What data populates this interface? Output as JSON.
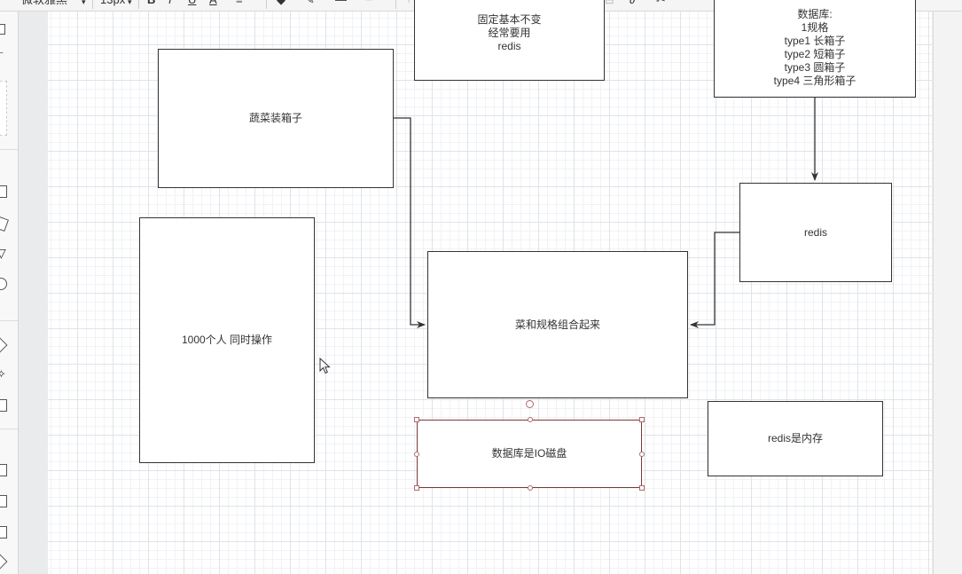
{
  "toolbar": {
    "font_name": "微软雅黑",
    "font_size": "13px",
    "bold": "B",
    "italic": "I",
    "underline": "U",
    "font_color": "A"
  },
  "diagram": {
    "nodes": {
      "top_center": "固定基本不变\n经常要用\nredis",
      "top_right": "数据库:\n1规格\ntype1  长箱子\ntype2 短箱子\ntype3 圆箱子\ntype4 三角形箱子",
      "vegetable_box": "蔬菜装箱子",
      "thousand_users": "1000个人 同时操作",
      "combine": "菜和规格组合起来",
      "redis": "redis",
      "database_io": "数据库是IO磁盘",
      "redis_memory": "redis是内存"
    }
  },
  "colors": {
    "selection": "#b06a6a",
    "grid_major": "#dfe3e8",
    "stroke": "#333333"
  }
}
